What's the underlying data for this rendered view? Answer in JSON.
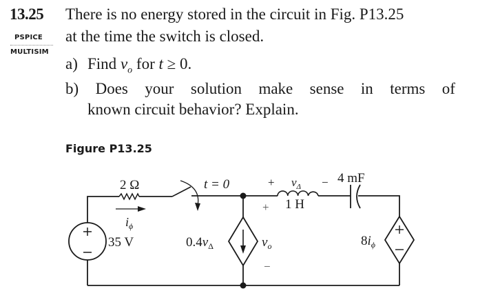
{
  "problem": {
    "number": "13.25",
    "tags": [
      "PSPICE",
      "MULTISIM"
    ],
    "statement_line1": "There is no energy stored in the circuit in Fig. P13.25",
    "statement_line2": "at the time the switch is closed.",
    "parts": [
      {
        "label": "a)",
        "text_before": "Find ",
        "var": "v",
        "sub": "o",
        "text_after": " for ",
        "var2": "t",
        "rel": " ≥ 0."
      },
      {
        "label": "b)",
        "line1_words": [
          "Does",
          "your",
          "solution",
          "make",
          "sense",
          "in",
          "terms",
          "of"
        ],
        "line2": "known circuit behavior? Explain."
      }
    ]
  },
  "figure": {
    "title": "Figure P13.25",
    "components": {
      "voltage_source": {
        "value": "35 V",
        "plus": "+",
        "minus": "−"
      },
      "resistor": {
        "value": "2 Ω"
      },
      "current_label": {
        "var": "i",
        "sub": "ϕ"
      },
      "switch": {
        "label": "t = 0"
      },
      "dependent_current_source": {
        "label_coef": "0.4",
        "label_var": "v",
        "label_sub": "Δ"
      },
      "output_voltage": {
        "var": "v",
        "sub": "o",
        "plus": "+",
        "minus": "−"
      },
      "inductor": {
        "value": "1 H",
        "voltage_var": "v",
        "voltage_sub": "Δ",
        "plus": "+",
        "minus": "−"
      },
      "capacitor": {
        "value": "4 mF"
      },
      "dependent_voltage_source": {
        "label_coef": "8",
        "label_var": "i",
        "label_sub": "ϕ",
        "plus": "+",
        "minus": "−"
      }
    }
  }
}
